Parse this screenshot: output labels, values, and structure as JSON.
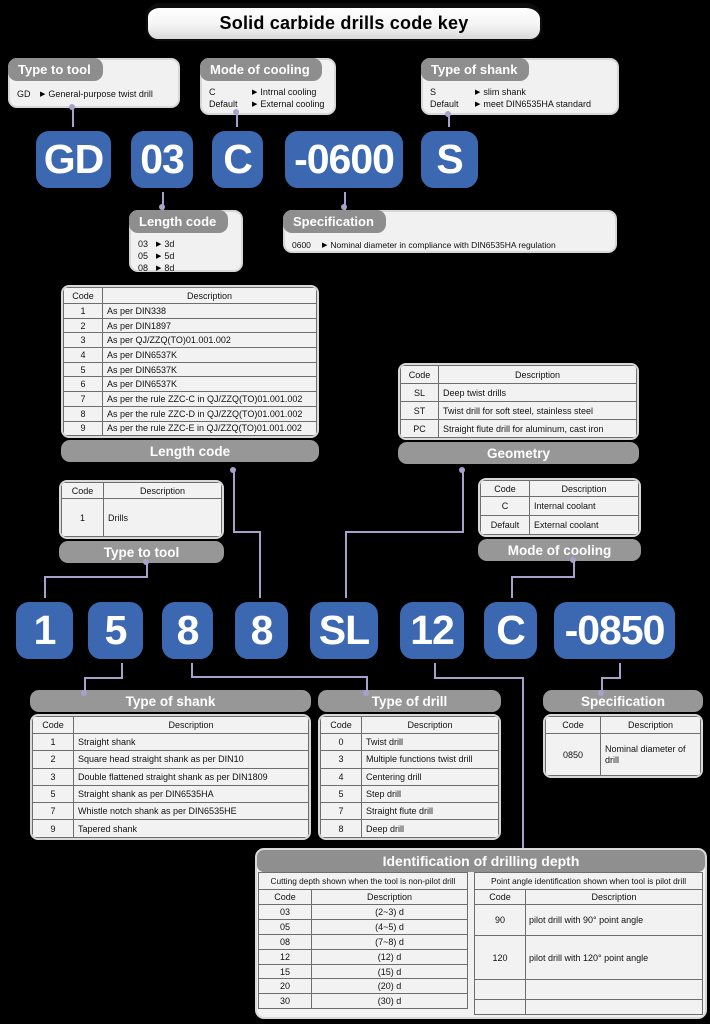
{
  "title": "Solid carbide drills code key",
  "colors": {
    "accent_blue": "#3b68b0",
    "bar_gray": "#979797",
    "connector": "#a9a1cb",
    "panel_bg": "#f2f2f2"
  },
  "icons": {
    "arrow": "▶"
  },
  "code_row_1": [
    "GD",
    "03",
    "C",
    "-0600",
    "S"
  ],
  "code_row_2": [
    "1",
    "5",
    "8",
    "8",
    "SL",
    "12",
    "C",
    "-0850"
  ],
  "callouts": {
    "type_to_tool": {
      "title": "Type to tool",
      "entries": [
        {
          "code": "GD",
          "desc": "General-purpose twist drill"
        }
      ]
    },
    "mode_of_cooling": {
      "title": "Mode of cooling",
      "entries": [
        {
          "code": "C",
          "desc": "Intrnal cooling"
        },
        {
          "code": "Default",
          "desc": "External cooling"
        }
      ]
    },
    "type_of_shank": {
      "title": "Type of shank",
      "entries": [
        {
          "code": "S",
          "desc": "slim shank"
        },
        {
          "code": "Default",
          "desc": "meet DIN6535HA standard"
        }
      ]
    },
    "length_code": {
      "title": "Length code",
      "entries": [
        {
          "code": "03",
          "desc": "3d"
        },
        {
          "code": "05",
          "desc": "5d"
        },
        {
          "code": "08",
          "desc": "8d"
        }
      ]
    },
    "specification": {
      "title": "Specification",
      "entries": [
        {
          "code": "0600",
          "desc": "Nominal diameter in compliance with DIN6535HA regulation"
        }
      ]
    }
  },
  "tables": {
    "length_code": {
      "caption": "Length code",
      "columns": [
        "Code",
        "Description"
      ],
      "rows": [
        [
          "1",
          "As per DIN338"
        ],
        [
          "2",
          "As per DIN1897"
        ],
        [
          "3",
          "As per QJ/ZZQ(TO)01.001.002"
        ],
        [
          "4",
          "As per DIN6537K"
        ],
        [
          "5",
          "As per DIN6537K"
        ],
        [
          "6",
          "As per DIN6537K"
        ],
        [
          "7",
          "As per the rule ZZC-C in QJ/ZZQ(TO)01.001.002"
        ],
        [
          "8",
          "As per the rule ZZC-D in QJ/ZZQ(TO)01.001.002"
        ],
        [
          "9",
          "As per the rule ZZC-E in QJ/ZZQ(TO)01.001.002"
        ]
      ]
    },
    "geometry": {
      "caption": "Geometry",
      "columns": [
        "Code",
        "Description"
      ],
      "rows": [
        [
          "SL",
          "Deep twist drills"
        ],
        [
          "ST",
          "Twist drill for soft steel, stainless steel"
        ],
        [
          "PC",
          "Straight flute drill for aluminum, cast iron"
        ]
      ]
    },
    "type_to_tool": {
      "caption": "Type to tool",
      "columns": [
        "Code",
        "Description"
      ],
      "rows": [
        [
          "1",
          "Drills"
        ]
      ]
    },
    "mode_of_cooling": {
      "caption": "Mode of cooling",
      "columns": [
        "Code",
        "Description"
      ],
      "rows": [
        [
          "C",
          "Internal coolant"
        ],
        [
          "Default",
          "External coolant"
        ]
      ]
    },
    "type_of_shank": {
      "caption": "Type of shank",
      "columns": [
        "Code",
        "Description"
      ],
      "rows": [
        [
          "1",
          "Straight shank"
        ],
        [
          "2",
          "Square head straight shank as per DIN10"
        ],
        [
          "3",
          "Double flattened straight shank as per DIN1809"
        ],
        [
          "5",
          "Straight shank as per DIN6535HA"
        ],
        [
          "7",
          "Whistle notch shank as per DIN6535HE"
        ],
        [
          "9",
          "Tapered shank"
        ]
      ]
    },
    "type_of_drill": {
      "caption": "Type of drill",
      "columns": [
        "Code",
        "Description"
      ],
      "rows": [
        [
          "0",
          "Twist drill"
        ],
        [
          "3",
          "Multiple functions twist drill"
        ],
        [
          "4",
          "Centering drill"
        ],
        [
          "5",
          "Step drill"
        ],
        [
          "7",
          "Straight flute drill"
        ],
        [
          "8",
          "Deep drill"
        ]
      ]
    },
    "specification": {
      "caption": "Specification",
      "columns": [
        "Code",
        "Description"
      ],
      "rows": [
        [
          "0850",
          "Nominal diameter of drill"
        ]
      ]
    },
    "drilling_depth": {
      "caption": "Identification of drilling depth",
      "left": {
        "subtitle": "Cutting depth shown when the tool is non-pilot drill",
        "columns": [
          "Code",
          "Description"
        ],
        "rows": [
          [
            "03",
            "(2~3) d"
          ],
          [
            "05",
            "(4~5) d"
          ],
          [
            "08",
            "(7~8) d"
          ],
          [
            "12",
            "(12) d"
          ],
          [
            "15",
            "(15) d"
          ],
          [
            "20",
            "(20) d"
          ],
          [
            "30",
            "(30) d"
          ]
        ]
      },
      "right": {
        "subtitle": "Point angle identification shown when tool is pilot drill",
        "columns": [
          "Code",
          "Description"
        ],
        "rows": [
          [
            "90",
            "pilot drill with 90°  point angle"
          ],
          [
            "120",
            "pilot drill with 120°  point angle"
          ],
          [
            "",
            ""
          ],
          [
            "",
            ""
          ]
        ]
      }
    }
  }
}
